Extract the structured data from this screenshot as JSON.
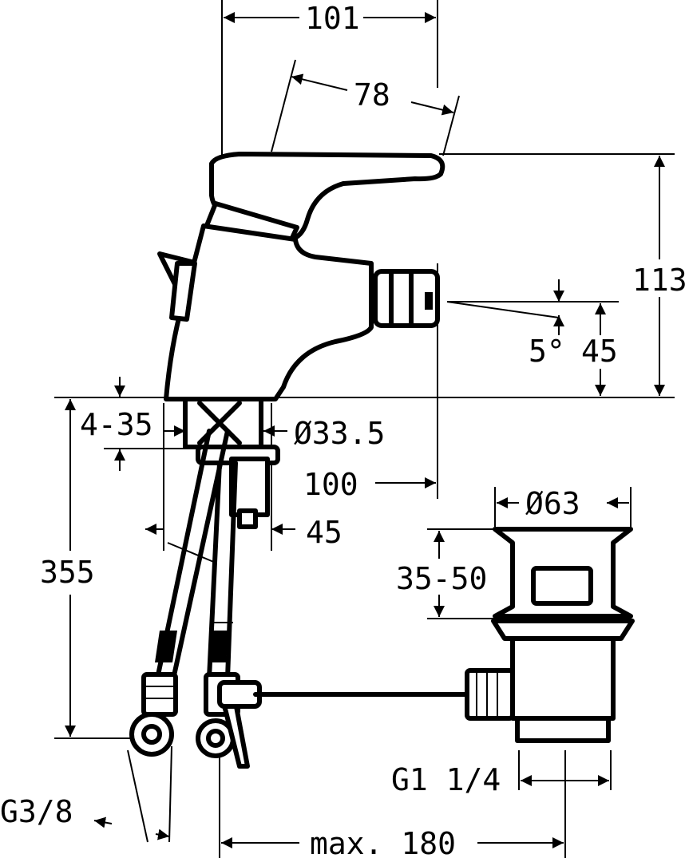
{
  "drawing": {
    "dimensions": {
      "width_top": "101",
      "lever_length": "78",
      "height_total": "113",
      "spout_angle": "5°",
      "spout_height": "45",
      "thickness_range": "4-35",
      "bore_diameter": "Ø33.5",
      "projection": "100",
      "body_offset": "45",
      "hose_length": "355",
      "waste_diameter": "Ø63",
      "waste_range": "35-50",
      "waste_thread": "G1 1/4",
      "hose_thread": "G3/8",
      "rod_length": "max. 180"
    },
    "colors": {
      "ink": "#000000",
      "paper": "#ffffff"
    }
  }
}
